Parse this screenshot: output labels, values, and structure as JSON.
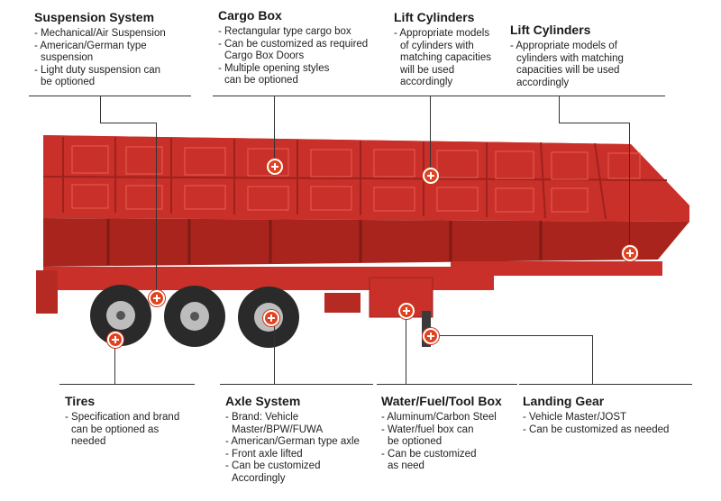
{
  "callouts": {
    "suspension": {
      "title": "Suspension System",
      "lines": [
        "- Mechanical/Air Suspension",
        "- American/German type",
        "  suspension",
        "- Light duty suspension can",
        "  be optioned"
      ]
    },
    "cargo_box": {
      "title": "Cargo Box",
      "lines": [
        "- Rectangular type cargo box",
        "- Can be customized as required",
        "  Cargo Box Doors",
        "- Multiple opening styles",
        "  can be optioned"
      ]
    },
    "lift_cylinders_1": {
      "title": "Lift Cylinders",
      "lines": [
        "- Appropriate models",
        "  of cylinders with",
        "  matching capacities",
        "  will be used",
        "  accordingly"
      ]
    },
    "lift_cylinders_2": {
      "title": "Lift Cylinders",
      "lines": [
        "- Appropriate models of",
        "  cylinders with matching",
        "  capacities will be used",
        "  accordingly"
      ]
    },
    "tires": {
      "title": "Tires",
      "lines": [
        "- Specification and brand",
        "  can be optioned as",
        "  needed"
      ]
    },
    "axle": {
      "title": "Axle System",
      "lines": [
        "- Brand: Vehicle",
        "  Master/BPW/FUWA",
        "- American/German type axle",
        "- Front axle lifted",
        "- Can be customized",
        "  Accordingly"
      ]
    },
    "water_box": {
      "title": "Water/Fuel/Tool Box",
      "lines": [
        "- Aluminum/Carbon Steel",
        "- Water/fuel box can",
        "  be optioned",
        "- Can be customized",
        "  as need"
      ]
    },
    "landing_gear": {
      "title": "Landing Gear",
      "lines": [
        "- Vehicle Master/JOST",
        "- Can be customized as needed"
      ]
    }
  },
  "colors": {
    "body_red": "#d9342b",
    "body_dark": "#a8241d",
    "marker": "#e0421f",
    "tire": "#2a2a2a"
  }
}
